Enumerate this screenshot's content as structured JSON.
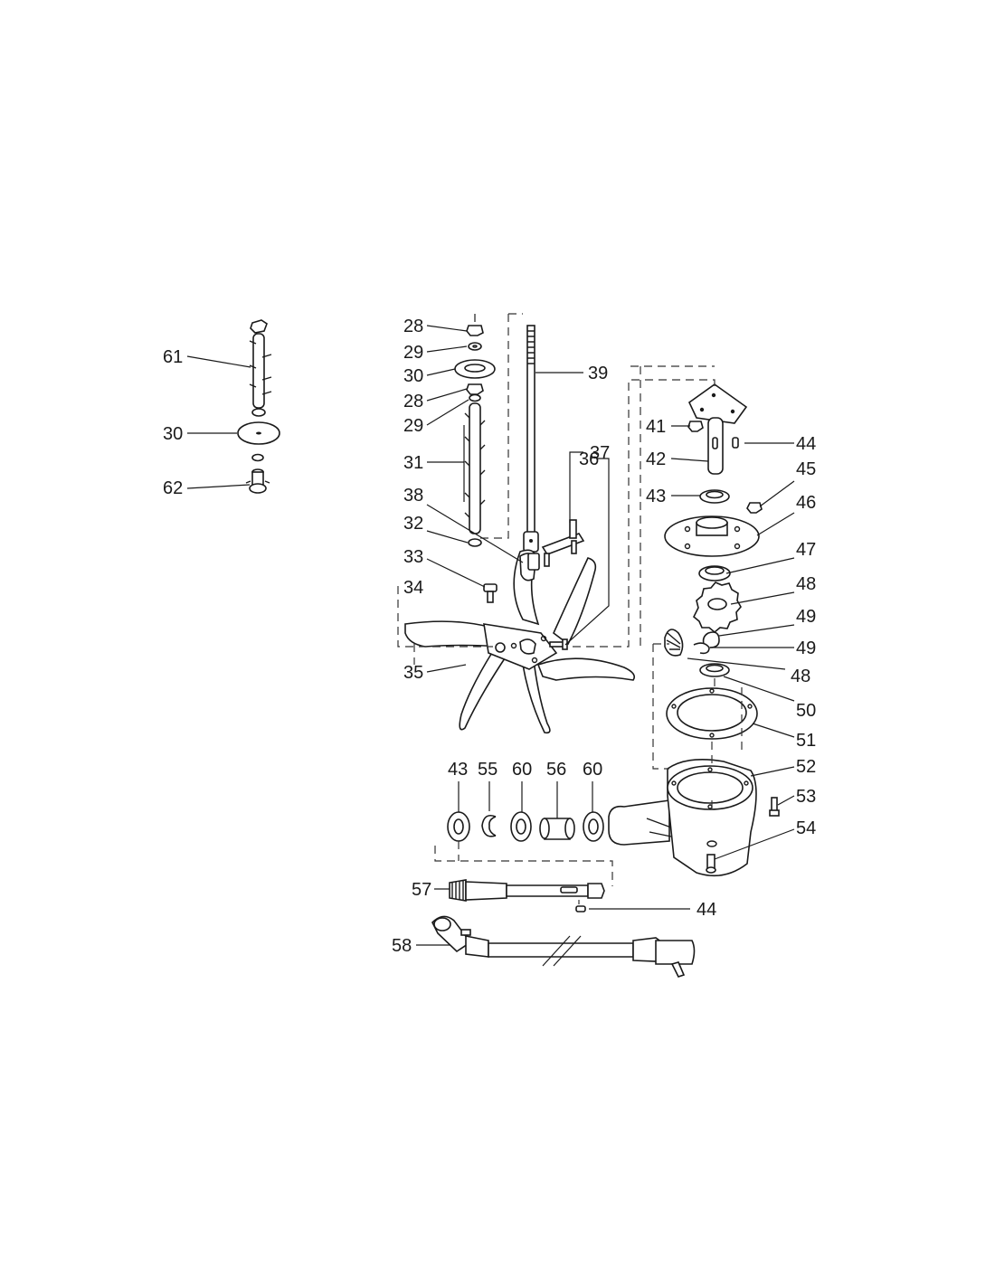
{
  "callouts": [
    {
      "id": "c61",
      "text": "61"
    },
    {
      "id": "c30a",
      "text": "30"
    },
    {
      "id": "c62",
      "text": "62"
    },
    {
      "id": "c28a",
      "text": "28"
    },
    {
      "id": "c29a",
      "text": "29"
    },
    {
      "id": "c30b",
      "text": "30"
    },
    {
      "id": "c28b",
      "text": "28"
    },
    {
      "id": "c29b",
      "text": "29"
    },
    {
      "id": "c31",
      "text": "31"
    },
    {
      "id": "c38",
      "text": "38"
    },
    {
      "id": "c32",
      "text": "32"
    },
    {
      "id": "c33",
      "text": "33"
    },
    {
      "id": "c34",
      "text": "34"
    },
    {
      "id": "c35",
      "text": "35"
    },
    {
      "id": "c39",
      "text": "39"
    },
    {
      "id": "c37",
      "text": "37"
    },
    {
      "id": "c36",
      "text": "36"
    },
    {
      "id": "c41",
      "text": "41"
    },
    {
      "id": "c42",
      "text": "42"
    },
    {
      "id": "c43a",
      "text": "43"
    },
    {
      "id": "c44a",
      "text": "44"
    },
    {
      "id": "c45",
      "text": "45"
    },
    {
      "id": "c46",
      "text": "46"
    },
    {
      "id": "c47",
      "text": "47"
    },
    {
      "id": "c48a",
      "text": "48"
    },
    {
      "id": "c49a",
      "text": "49"
    },
    {
      "id": "c49b",
      "text": "49"
    },
    {
      "id": "c48b",
      "text": "48"
    },
    {
      "id": "c50",
      "text": "50"
    },
    {
      "id": "c51",
      "text": "51"
    },
    {
      "id": "c52",
      "text": "52"
    },
    {
      "id": "c53",
      "text": "53"
    },
    {
      "id": "c54",
      "text": "54"
    },
    {
      "id": "c43b",
      "text": "43"
    },
    {
      "id": "c55",
      "text": "55"
    },
    {
      "id": "c60a",
      "text": "60"
    },
    {
      "id": "c56",
      "text": "56"
    },
    {
      "id": "c60b",
      "text": "60"
    },
    {
      "id": "c57",
      "text": "57"
    },
    {
      "id": "c44b",
      "text": "44"
    },
    {
      "id": "c58",
      "text": "58"
    }
  ]
}
